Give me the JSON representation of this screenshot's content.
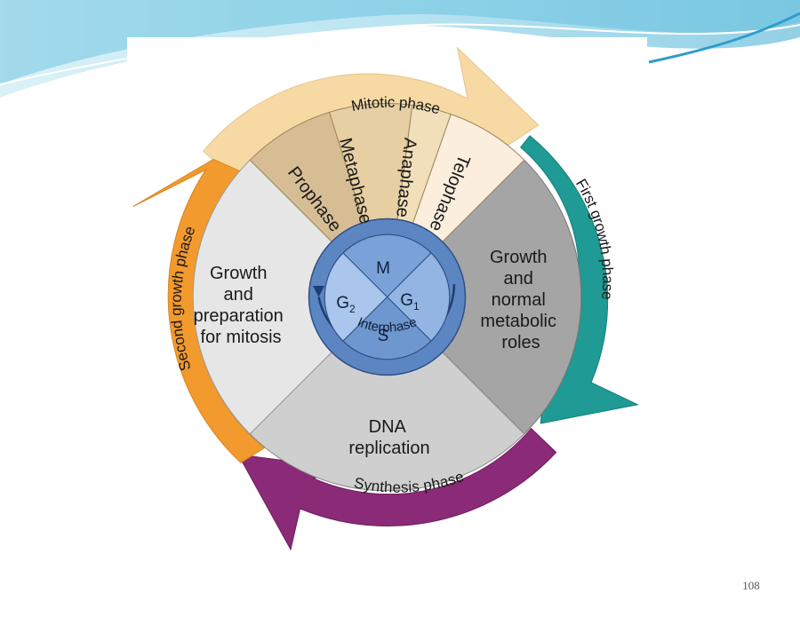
{
  "slide": {
    "page_number": "108"
  },
  "diagram": {
    "phases": {
      "mitotic": "Mitotic phase",
      "first_growth": "First growth phase",
      "synthesis": "Synthesis phase",
      "second_growth": "Second growth phase"
    },
    "mitosis_stages": [
      "Prophase",
      "Metaphase",
      "Anaphase",
      "Telophase"
    ],
    "segments": {
      "g1": [
        "Growth",
        "and",
        "normal",
        "metabolic",
        "roles"
      ],
      "s": [
        "DNA",
        "replication"
      ],
      "g2": [
        "Growth",
        "and",
        "preparation",
        "for mitosis"
      ]
    },
    "core": {
      "m": "M",
      "g1_letter": "G",
      "g1_sub": "1",
      "g2_letter": "G",
      "g2_sub": "2",
      "s": "S",
      "interphase": "Interphase"
    }
  },
  "colors": {
    "mitotic_arrow": "#f7d9a4",
    "first_growth_arrow": "#1f9a94",
    "synthesis_arrow": "#8b2a77",
    "second_growth_arrow": "#f29a2e",
    "g1_segment": "#a5a5a5",
    "s_segment": "#cfcfcf",
    "g2_segment": "#e6e6e6",
    "core_blue": "#5b86c2"
  }
}
